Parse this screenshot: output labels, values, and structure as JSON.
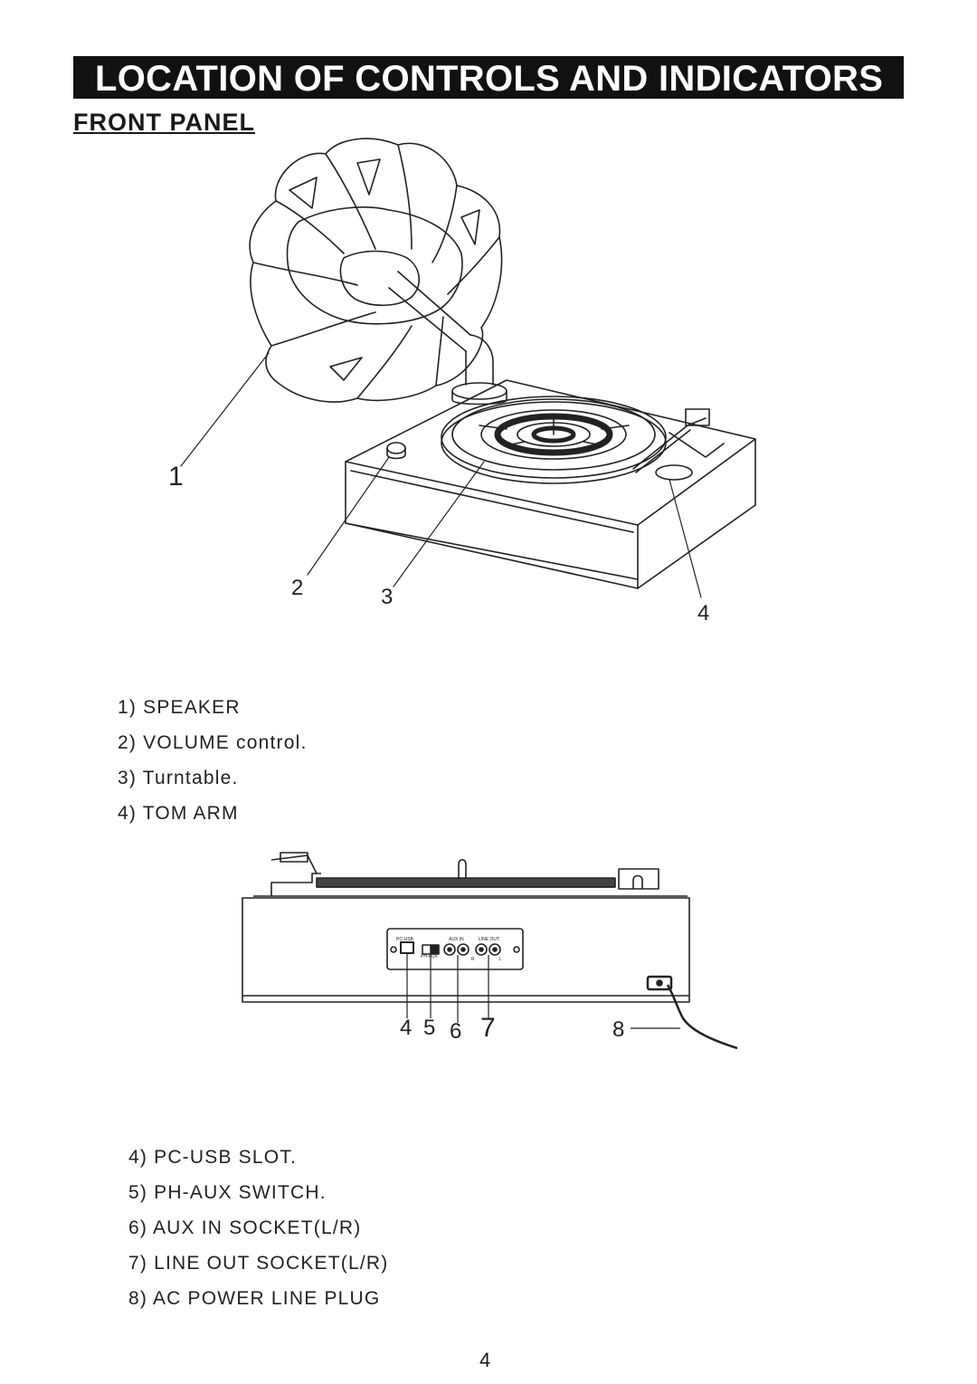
{
  "header": {
    "title": "LOCATION OF CONTROLS AND INDICATORS",
    "subtitle": "FRONT PANEL"
  },
  "figure1": {
    "callouts": [
      "1",
      "2",
      "3",
      "4"
    ]
  },
  "list1": [
    "1)   SPEAKER",
    "2)  VOLUME control.",
    "3)   Turntable.",
    "4)   TOM ARM"
  ],
  "figure2": {
    "panel_labels": {
      "pc_usb": "PC-USB",
      "ph_aux": "PH-AUX",
      "aux_in": "AUX IN",
      "line_out": "LINE OUT",
      "r": "R",
      "l": "L"
    },
    "callouts": [
      "4",
      "5",
      "6",
      "7",
      "8"
    ]
  },
  "list2": [
    "4)    PC-USB SLOT.",
    "5)    PH-AUX SWITCH.",
    "6)   AUX IN SOCKET(L/R)",
    "7)    LINE OUT SOCKET(L/R)",
    "8)   AC POWER LINE PLUG"
  ],
  "footer": {
    "page_number": "4"
  }
}
